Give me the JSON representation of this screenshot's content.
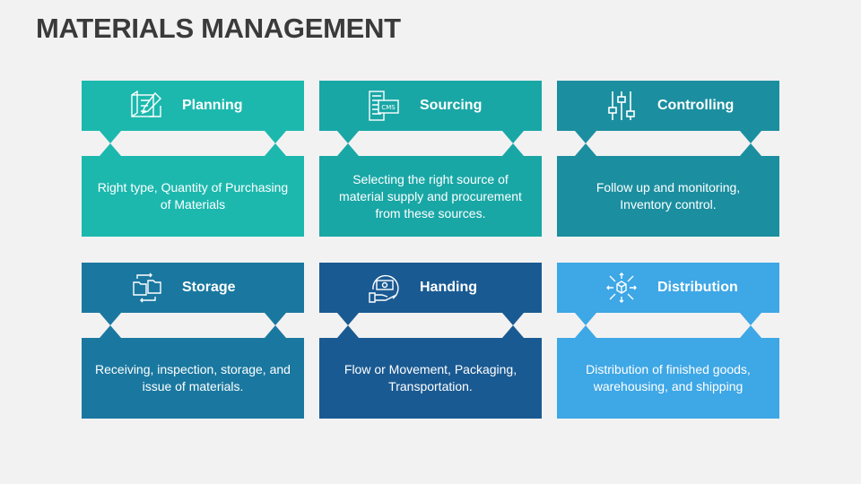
{
  "title": "MATERIALS MANAGEMENT",
  "cards": [
    {
      "label": "Planning",
      "text": "Right type, Quantity of Purchasing of Materials",
      "color": "#1cb8ae",
      "icon": "blueprint-icon"
    },
    {
      "label": "Sourcing",
      "text": "Selecting the right source of material supply and procurement from these sources.",
      "color": "#19a7a6",
      "icon": "cms-server-icon"
    },
    {
      "label": "Controlling",
      "text": "Follow up and monitoring, Inventory control.",
      "color": "#1b8fa0",
      "icon": "sliders-icon"
    },
    {
      "label": "Storage",
      "text": "Receiving, inspection, storage, and issue of materials.",
      "color": "#1a78a0",
      "icon": "folders-icon"
    },
    {
      "label": "Handing",
      "text": "Flow or Movement, Packaging, Transportation.",
      "color": "#1a5a92",
      "icon": "money-hand-icon"
    },
    {
      "label": "Distribution",
      "text": "Distribution of finished goods, warehousing, and shipping",
      "color": "#3ea7e6",
      "icon": "distribution-icon"
    }
  ]
}
